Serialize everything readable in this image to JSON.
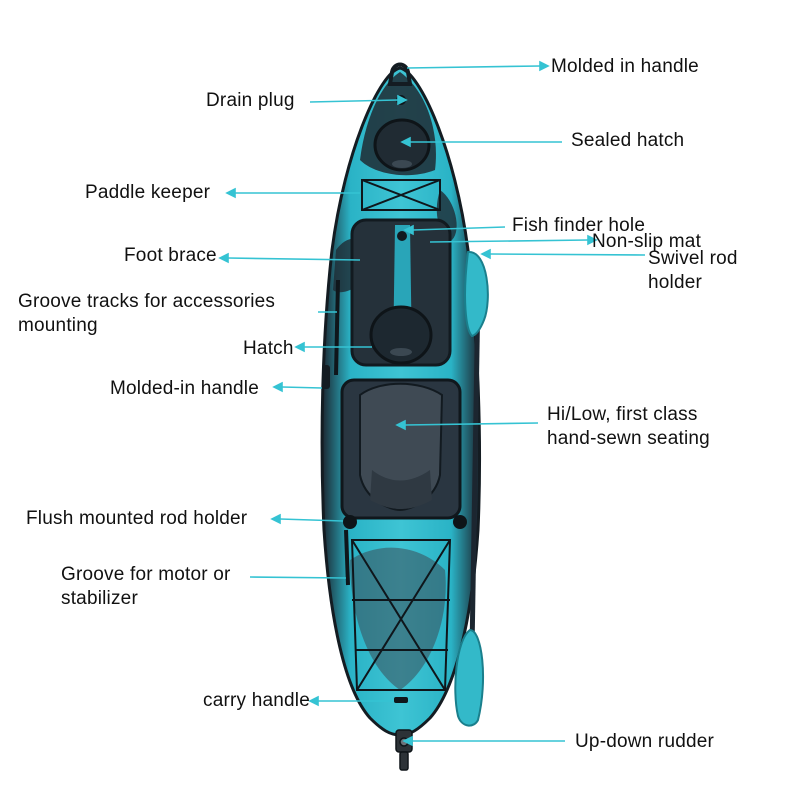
{
  "colors": {
    "hull_teal": "#2ab3c6",
    "hull_dark": "#1e2a33",
    "leader": "#35c3d3",
    "paddle": "#33b9c9"
  },
  "labels": {
    "molded_in_handle_top": "Molded in handle",
    "drain_plug": "Drain plug",
    "sealed_hatch": "Sealed hatch",
    "paddle_keeper": "Paddle keeper",
    "fish_finder_hole": "Fish finder hole",
    "non_slip_mat": "Non-slip mat",
    "foot_brace": "Foot brace",
    "swivel_rod_holder": "Swivel rod\nholder",
    "groove_tracks": "Groove tracks for accessories\nmounting",
    "hatch": "Hatch",
    "molded_in_handle_side": "Molded-in handle",
    "seating": "Hi/Low, first class\nhand-sewn seating",
    "flush_rod_holder": "Flush mounted rod holder",
    "groove_motor": "Groove for motor or\nstabilizer",
    "carry_handle": "carry handle",
    "rudder": "Up-down rudder"
  }
}
